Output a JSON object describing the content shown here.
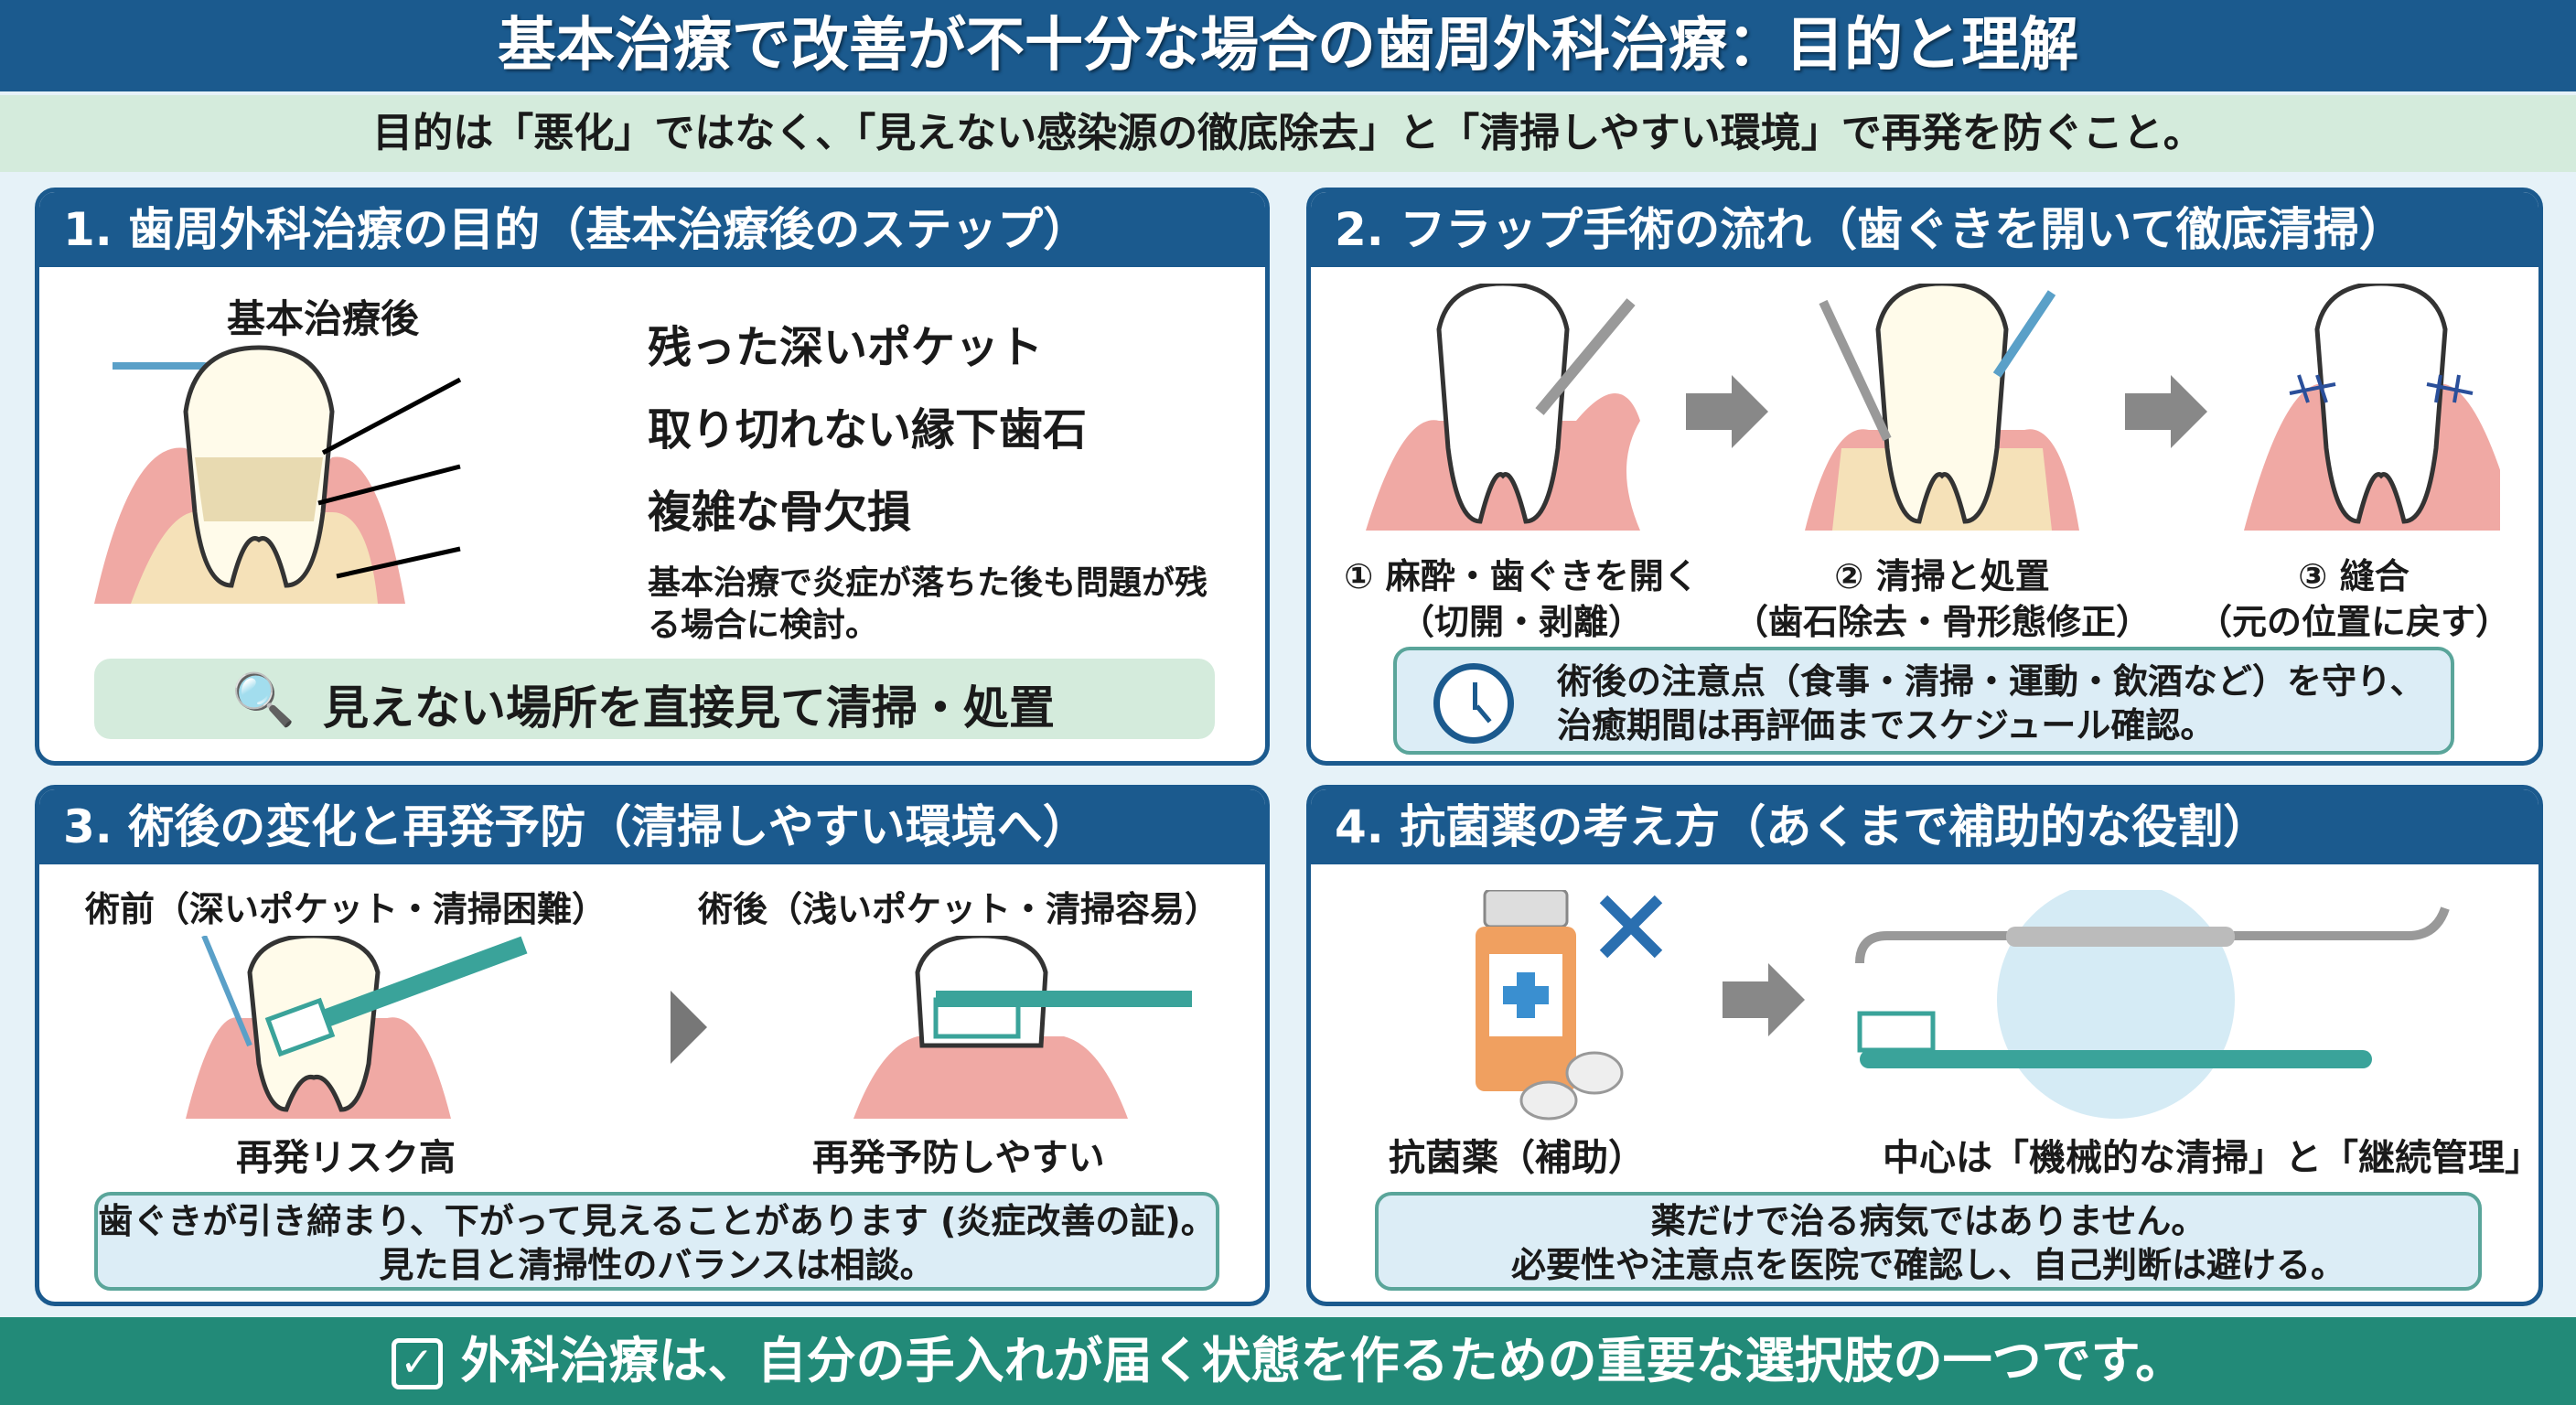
{
  "header": {
    "title": "基本治療で改善が不十分な場合の歯周外科治療：目的と理解"
  },
  "subtitle": "目的は「悪化」ではなく、「見えない感染源の徹底除去」と「清掃しやすい環境」で再発を防ぐこと。",
  "panel1": {
    "title": "1. 歯周外科治療の目的（基本治療後のステップ）",
    "tooth_label": "基本治療後",
    "callouts": [
      "残った深いポケット",
      "取り切れない縁下歯石",
      "複雑な骨欠損"
    ],
    "description": "基本治療で炎症が落ちた後も問題が残る場合に検討。",
    "banner": "見えない場所を直接見て清掃・処置"
  },
  "panel2": {
    "title": "2. フラップ手術の流れ（歯ぐきを開いて徹底清掃）",
    "steps": [
      {
        "line1": "① 麻酔・歯ぐきを開く",
        "line2": "（切開・剥離）"
      },
      {
        "line1": "② 清掃と処置",
        "line2": "（歯石除去・骨形態修正）"
      },
      {
        "line1": "③ 縫合",
        "line2": "（元の位置に戻す）"
      }
    ],
    "note_line1": "術後の注意点（食事・清掃・運動・飲酒など）を守り、",
    "note_line2": "治癒期間は再評価までスケジュール確認。"
  },
  "panel3": {
    "title": "3. 術後の変化と再発予防（清掃しやすい環境へ）",
    "before_label": "術前（深いポケット・清掃困難）",
    "after_label": "術後（浅いポケット・清掃容易）",
    "before_caption": "再発リスク高",
    "after_caption": "再発予防しやすい",
    "note_line1": "歯ぐきが引き締まり、下がって見えることがあります (炎症改善の証)。",
    "note_line2": "見た目と清掃性のバランスは相談。"
  },
  "panel4": {
    "title": "4. 抗菌薬の考え方（あくまで補助的な役割）",
    "left_caption": "抗菌薬（補助）",
    "right_caption": "中心は「機械的な清掃」と「継続管理」",
    "note_line1": "薬だけで治る病気ではありません。",
    "note_line2": "必要性や注意点を医院で確認し、自己判断は避ける。"
  },
  "footer": "外科治療は、自分の手入れが届く状態を作るための重要な選択肢の一つです。",
  "colors": {
    "navy": "#1b5a8e",
    "teal": "#228a78",
    "mint": "#d4ebdc",
    "gum": "#f0a9a4"
  }
}
